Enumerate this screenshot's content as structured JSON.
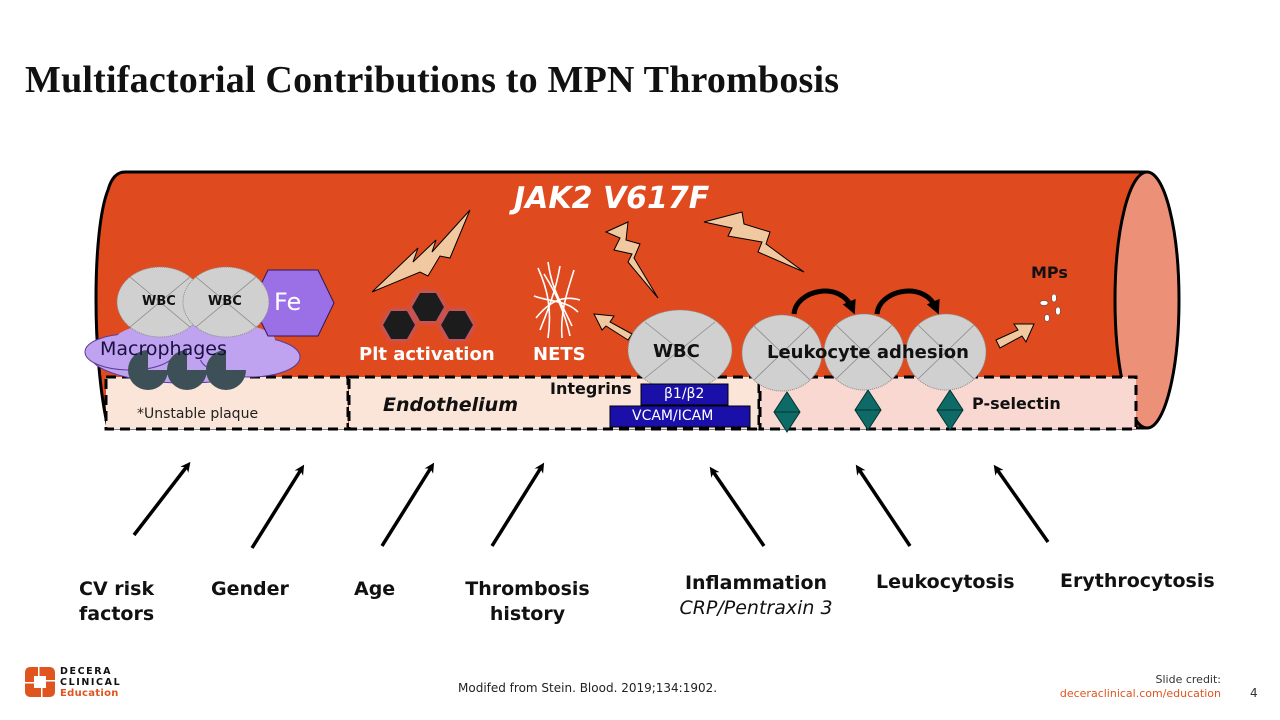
{
  "slide": {
    "title": "Multifactorial Contributions to MPN Thrombosis",
    "page_number": "4"
  },
  "vessel": {
    "mutation_label": "JAK2 V617F",
    "colors": {
      "vessel": "#e04a1f",
      "vessel_end": "#ec9177",
      "endothelium_left": "#fbe5d8",
      "endothelium_right": "#f8d8d0",
      "wbc": "#d0d0d0",
      "macrophage": "#bfa3f0",
      "iron": "#9b6fe6",
      "plaque": "#3d4f57",
      "platelet": "#1c1c1c",
      "bolt": "#f1c9a0",
      "selectin": "#0e6a66",
      "integrin_box": "#1a0fa8"
    },
    "plaque_section": {
      "wbc_labels": [
        "WBC",
        "WBC"
      ],
      "iron_label": "Fe",
      "macrophages_label": "Macrophages",
      "plaque_label": "*Unstable plaque"
    },
    "platelet_label": "Plt activation",
    "nets_label": "NETS",
    "wbc_label": "WBC",
    "endothelium_label": "Endothelium",
    "integrins_label": "Integrins",
    "beta_label": "β1/β2",
    "vcam_label": "VCAM/ICAM",
    "leukocyte_adhesion_label": "Leukocyte adhesion",
    "pselectin_label": "P-selectin",
    "mps_label": "MPs"
  },
  "factors": [
    {
      "label": "CV risk\nfactors",
      "line1": "CV risk",
      "line2": "factors"
    },
    {
      "label": "Gender",
      "line1": "Gender"
    },
    {
      "label": "Age",
      "line1": "Age"
    },
    {
      "label": "Thrombosis history",
      "line1": "Thrombosis",
      "line2": "history"
    },
    {
      "label": "Inflammation",
      "line1": "Inflammation",
      "sub": "CRP/Pentraxin 3"
    },
    {
      "label": "Leukocytosis",
      "line1": "Leukocytosis"
    },
    {
      "label": "Erythrocytosis",
      "line1": "Erythrocytosis"
    }
  ],
  "footer": {
    "citation": "Modifed from Stein. Blood. 2019;134:1902.",
    "credit_label": "Slide credit:",
    "credit_link": "deceraclinical.com/education",
    "logo_line1": "DECERA",
    "logo_line2": "CLINICAL",
    "logo_line3": "Education"
  }
}
